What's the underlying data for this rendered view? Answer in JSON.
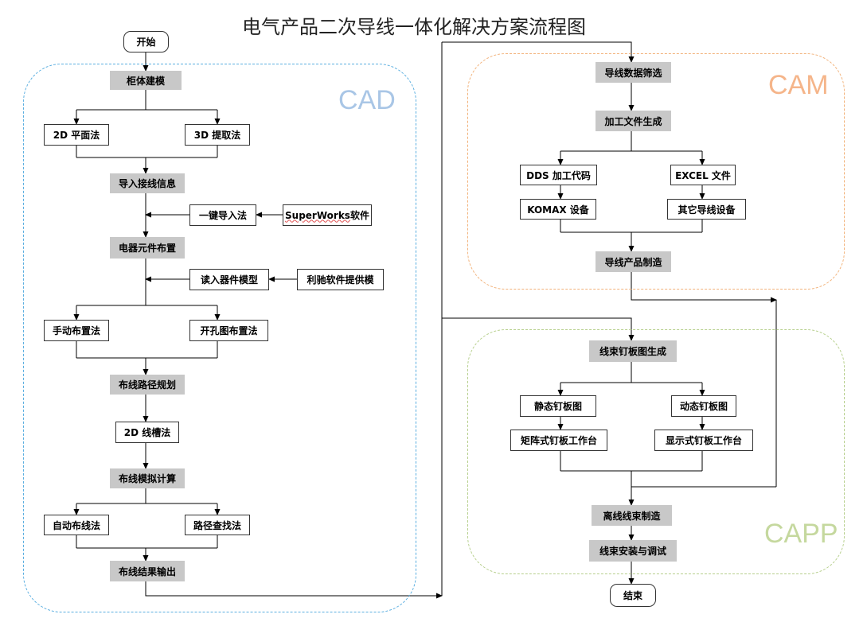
{
  "title": "电气产品二次导线一体化解决方案流程图",
  "colors": {
    "cad_border": "#5aaee0",
    "cam_border": "#f2b27a",
    "capp_border": "#b6cf8c",
    "process_fill": "#c8c8c8"
  },
  "regions": {
    "cad": "CAD",
    "cam": "CAM",
    "capp": "CAPP"
  },
  "cad": {
    "start": "开始",
    "cabinet_modeling": "柜体建模",
    "plane_2d": "2D 平面法",
    "extract_3d": "3D 提取法",
    "import_wiring": "导入接线信息",
    "one_click_import": "一键导入法",
    "superworks_name": "SuperWorks",
    "superworks_rest": " 软件",
    "component_layout": "电器元件布置",
    "read_model": "读入器件模型",
    "vendor_model": "利驰软件提供模",
    "manual_layout": "手动布置法",
    "hole_layout": "开孔图布置法",
    "route_planning": "布线路径规划",
    "slot_2d": "2D 线槽法",
    "route_simulation": "布线模拟计算",
    "auto_route": "自动布线法",
    "path_search": "路径查找法",
    "route_output": "布线结果输出"
  },
  "cam": {
    "data_filter": "导线数据筛选",
    "generate_files": "加工文件生成",
    "dds_code": "DDS 加工代码",
    "excel_file": "EXCEL 文件",
    "komax": "KOMAX 设备",
    "other_equipment": "其它导线设备",
    "wire_manufacture": "导线产品制造"
  },
  "capp": {
    "board_diagram": "线束钉板图生成",
    "static_board": "静态钉板图",
    "dynamic_board": "动态钉板图",
    "matrix_station": "矩阵式钉板工作台",
    "display_station": "显示式钉板工作台",
    "harness_make": "离线线束制造",
    "harness_install": "线束安装与调试",
    "end": "结束"
  }
}
